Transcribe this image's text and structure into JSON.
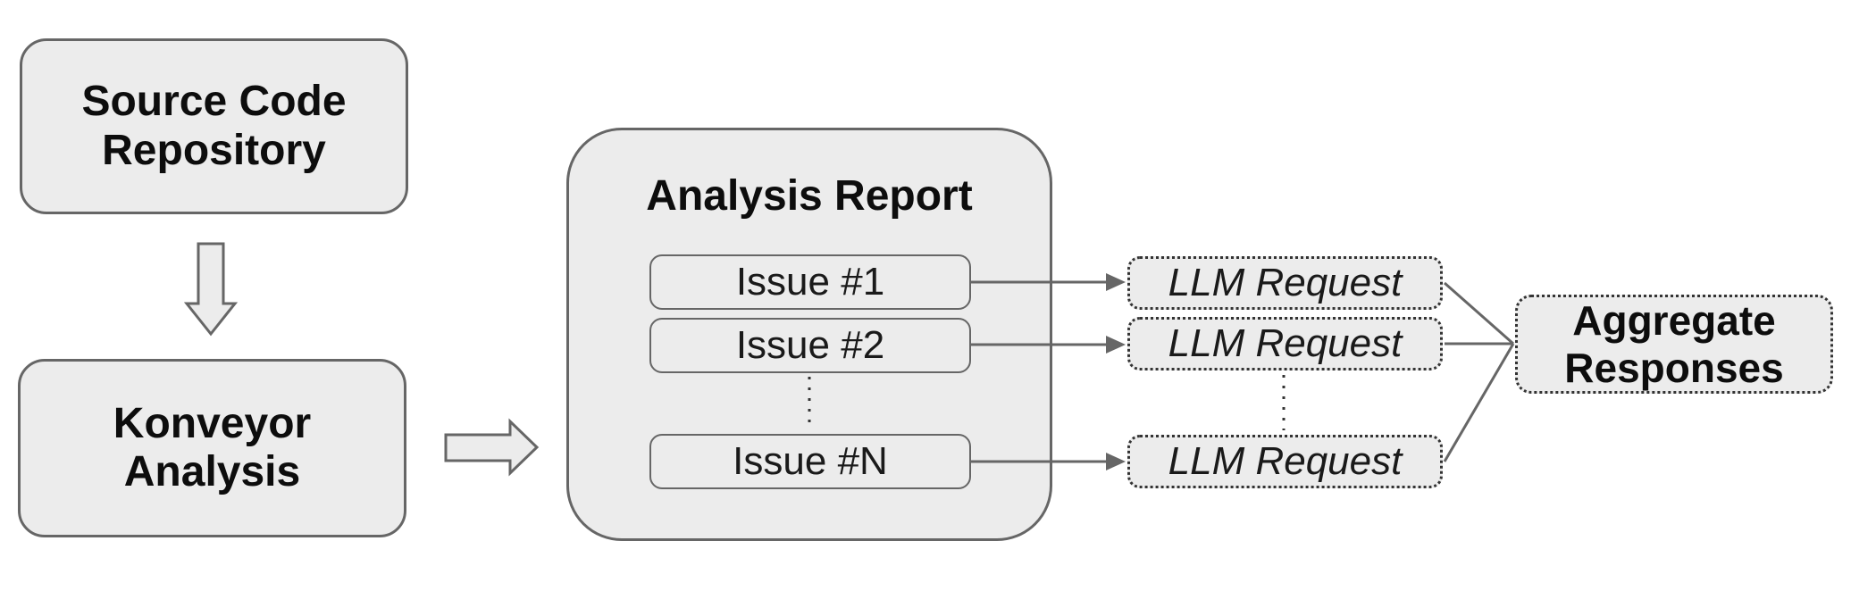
{
  "diagram": {
    "title": "Konveyor analysis to LLM aggregation flow",
    "nodes": {
      "source_repo": {
        "lines": [
          "Source Code",
          "Repository"
        ]
      },
      "konveyor": {
        "lines": [
          "Konveyor",
          "Analysis"
        ]
      },
      "analysis_report": {
        "title": "Analysis Report",
        "issues": [
          "Issue #1",
          "Issue #2",
          "Issue #N"
        ],
        "ellipsis_between": [
          "Issue #2",
          "Issue #N"
        ]
      },
      "llm_requests": [
        "LLM Request",
        "LLM Request",
        "LLM Request"
      ],
      "aggregate": {
        "lines": [
          "Aggregate",
          "Responses"
        ]
      }
    },
    "connectors": {
      "down_arrow": "source_repo -> konveyor",
      "right_arrow": "konveyor -> analysis_report",
      "issue_to_llm": [
        "Issue #1 -> LLM Request",
        "Issue #2 -> LLM Request",
        "Issue #N -> LLM Request"
      ],
      "llm_to_aggregate": [
        "LLM Request -> Aggregate Responses",
        "LLM Request -> Aggregate Responses",
        "LLM Request -> Aggregate Responses"
      ]
    },
    "colors": {
      "node_fill": "#ececec",
      "node_border": "#666666",
      "dotted_border": "#333333",
      "connector_line": "#666666",
      "text": "#0d0d0d",
      "background": "#ffffff"
    }
  }
}
